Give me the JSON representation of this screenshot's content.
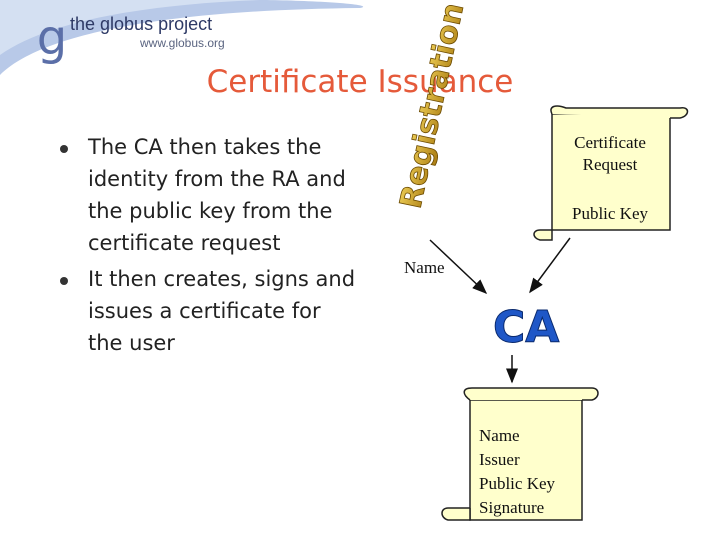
{
  "header": {
    "logo_letter": "g",
    "logo_title": "the globus project",
    "logo_url": "www.globus.org"
  },
  "slide": {
    "title": "Certificate Issuance",
    "bullets": [
      "The CA then takes the identity from the RA and the public key from the certificate request",
      "It then creates, signs and issues a certificate for the user"
    ]
  },
  "diagram": {
    "request_scroll": {
      "title": "Certificate Request",
      "key_label": "Public Key"
    },
    "ra_graphic_text": "Registration",
    "name_label": "Name",
    "ca_label": "CA",
    "certificate_scroll": {
      "lines": [
        "Name",
        "Issuer",
        "Public Key",
        "Signature"
      ]
    }
  },
  "colors": {
    "title": "#e55a3a",
    "header_swoosh": "#9fb6de",
    "scroll_fill": "#ffffcc",
    "ca_blue": "#1f57c7",
    "ra_gold": "#d4a010"
  }
}
